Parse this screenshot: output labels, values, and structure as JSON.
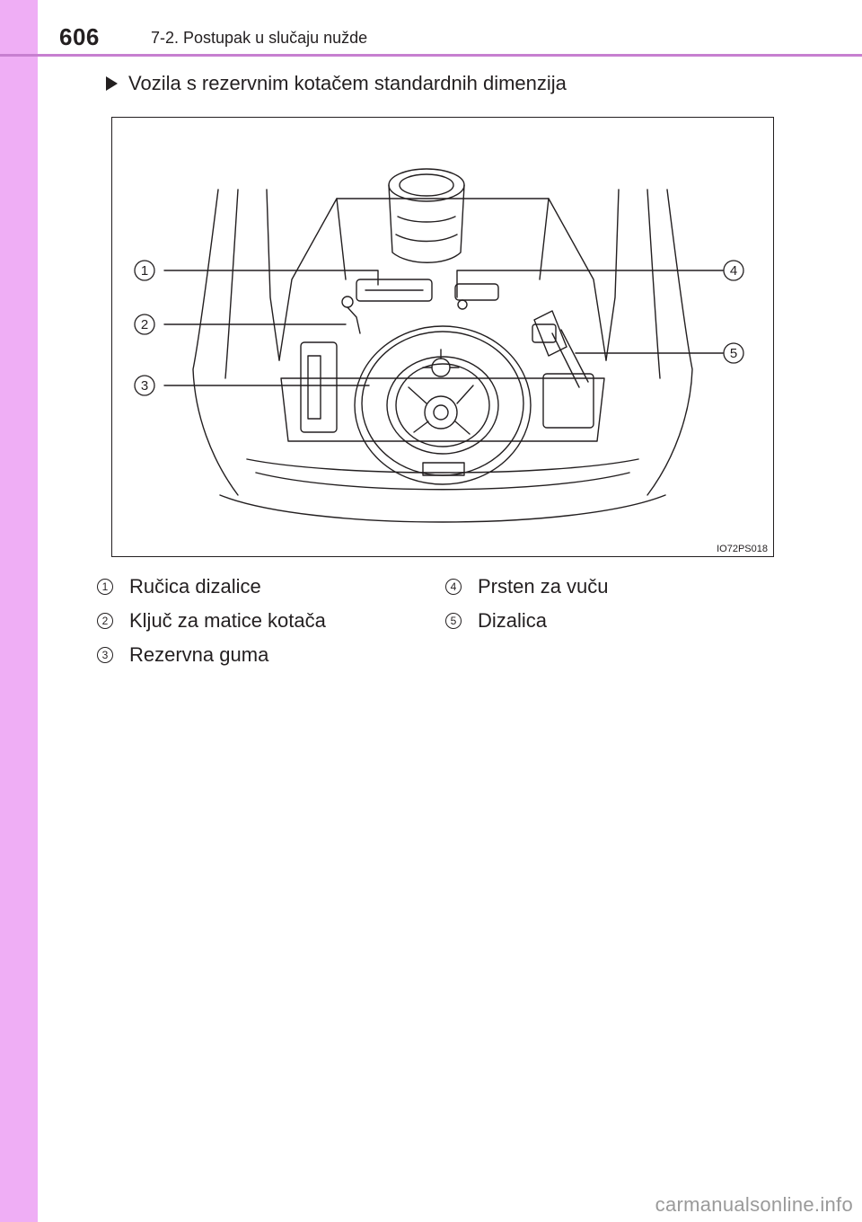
{
  "header": {
    "page_number": "606",
    "section_title": "7-2. Postupak u slučaju nužde"
  },
  "bullet": {
    "text": "Vozila s rezervnim kotačem standardnih dimenzija"
  },
  "figure": {
    "code": "IO72PS018",
    "callouts": [
      "1",
      "2",
      "3",
      "4",
      "5"
    ]
  },
  "legend": {
    "items": [
      {
        "num": "1",
        "label": "Ručica dizalice"
      },
      {
        "num": "2",
        "label": "Ključ za matice kotača"
      },
      {
        "num": "3",
        "label": "Rezervna guma"
      },
      {
        "num": "4",
        "label": "Prsten za vuču"
      },
      {
        "num": "5",
        "label": "Dizalica"
      }
    ]
  },
  "watermark": "carmanualsonline.info",
  "colors": {
    "side_band": "#efaef5",
    "header_rule": "#c77fd0",
    "text": "#231f20"
  }
}
